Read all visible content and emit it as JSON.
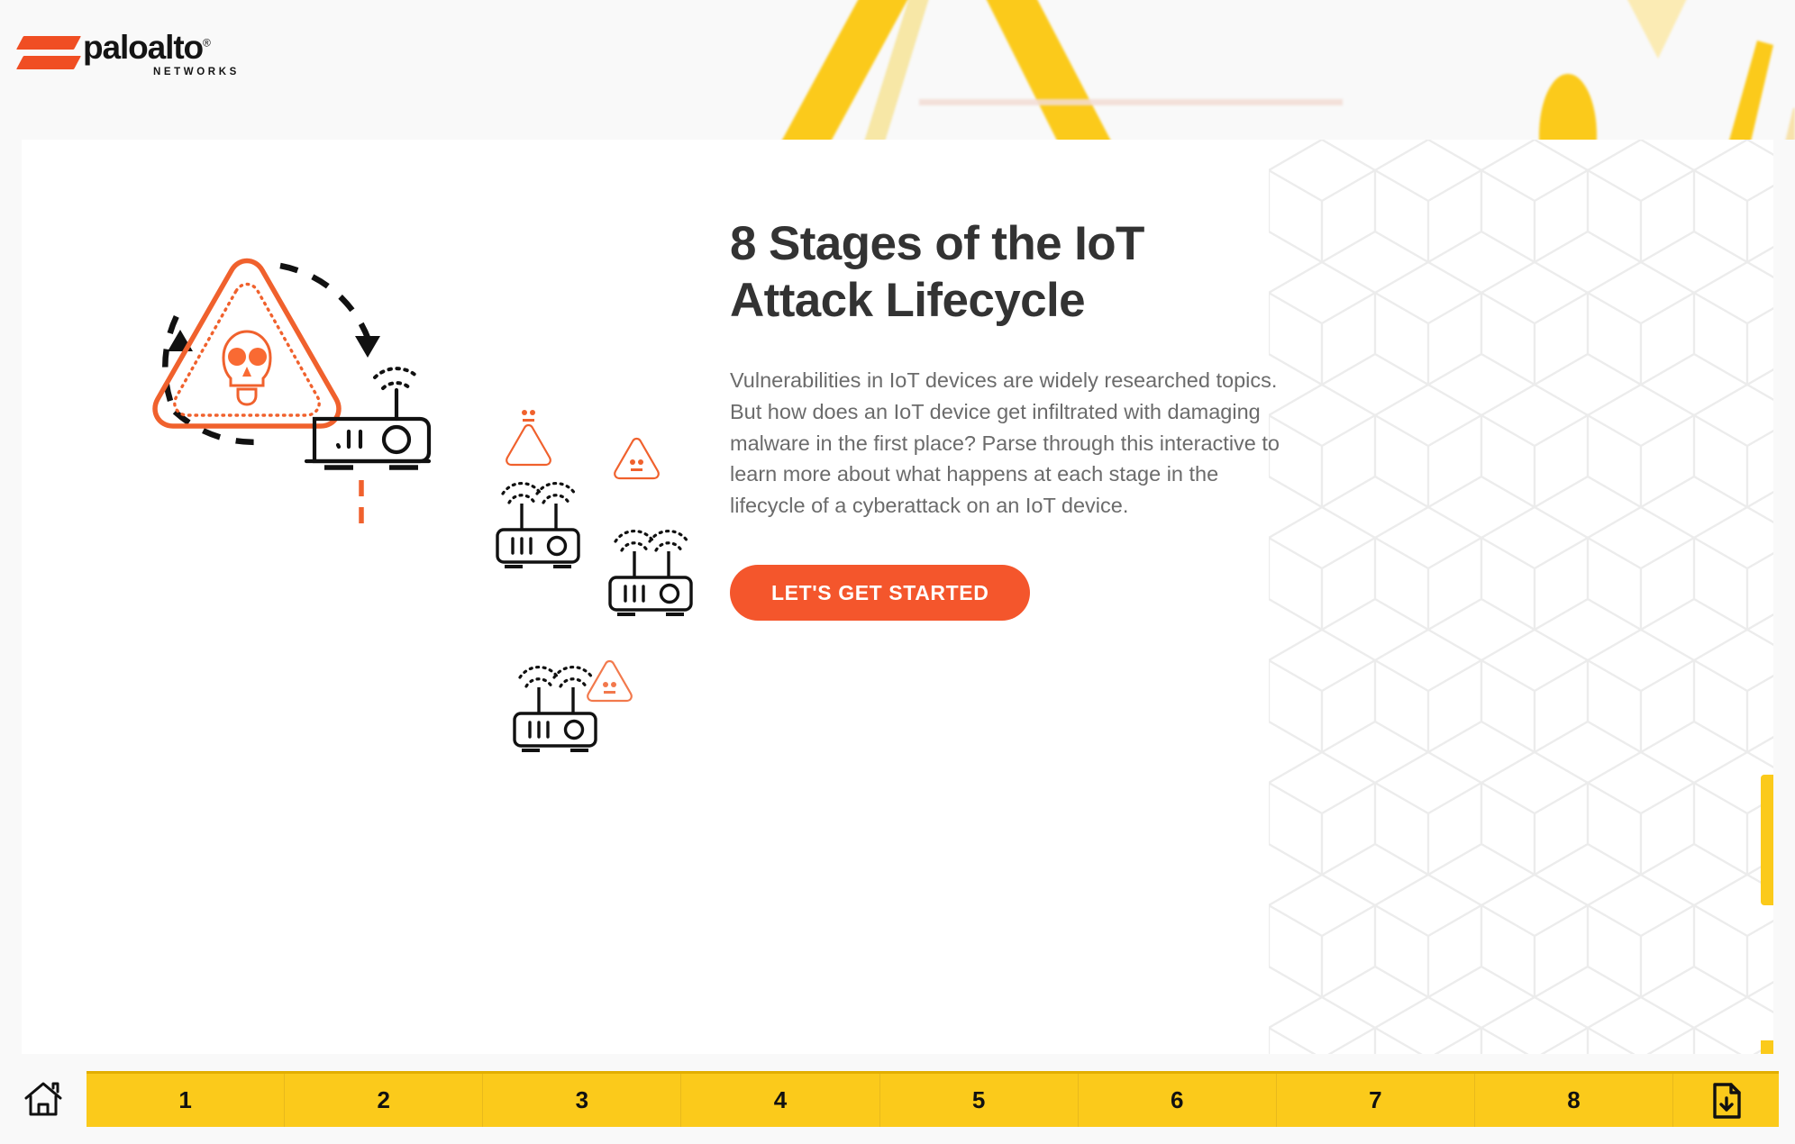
{
  "brand": {
    "logo_word": "paloalto",
    "logo_registered": "®",
    "logo_sub": "NETWORKS",
    "orange": "#F04E23",
    "yellow": "#FBCA1B",
    "title_color": "#333333",
    "body_color": "#6B6B6B",
    "cta_color": "#F4562C"
  },
  "main": {
    "title_line1": "8 Stages of the IoT",
    "title_line2": "Attack Lifecycle",
    "body": "Vulnerabilities in IoT devices are widely researched topics. But how does an IoT device get infiltrated with damaging malware in the first place? Parse through this interactive to learn more about what happens at each stage in the lifecycle of a cyberattack on an IoT device.",
    "cta_label": "LET'S GET STARTED"
  },
  "illustration": {
    "hazard_skull": "hazard-triangle-skull-icon",
    "cycle_arrows": "dashed-circular-arrows",
    "routers": [
      "router-large-icon",
      "router-medium-icon",
      "router-small-icon",
      "router-small-2-icon"
    ],
    "mini_hazards": [
      "mini-hazard-icon",
      "mini-hazard-icon",
      "mini-hazard-icon"
    ]
  },
  "nav": {
    "home_icon": "home-icon",
    "download_icon": "file-download-icon",
    "steps": [
      "1",
      "2",
      "3",
      "4",
      "5",
      "6",
      "7",
      "8"
    ]
  }
}
